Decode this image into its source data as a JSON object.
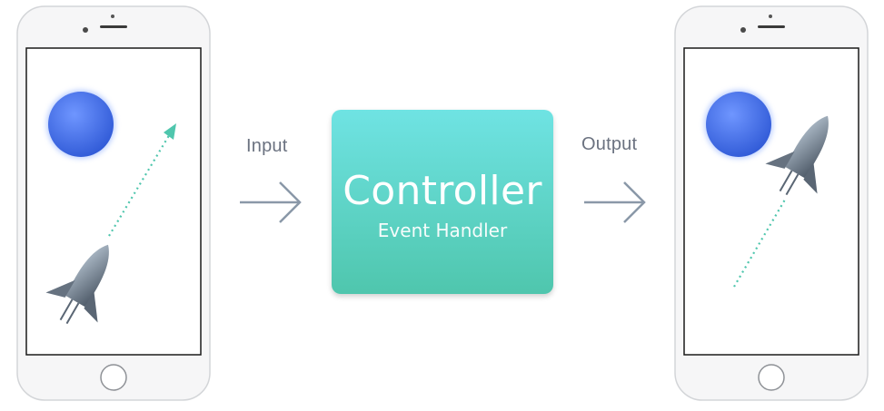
{
  "flow": {
    "input_label": "Input",
    "output_label": "Output"
  },
  "controller": {
    "title": "Controller",
    "subtitle": "Event Handler"
  },
  "colors": {
    "controller_top": "#6fe3e3",
    "controller_bottom": "#4fc6ad",
    "arrow": "#8a98a8",
    "trajectory": "#4fc6ad",
    "planet": "#3f67e0"
  }
}
